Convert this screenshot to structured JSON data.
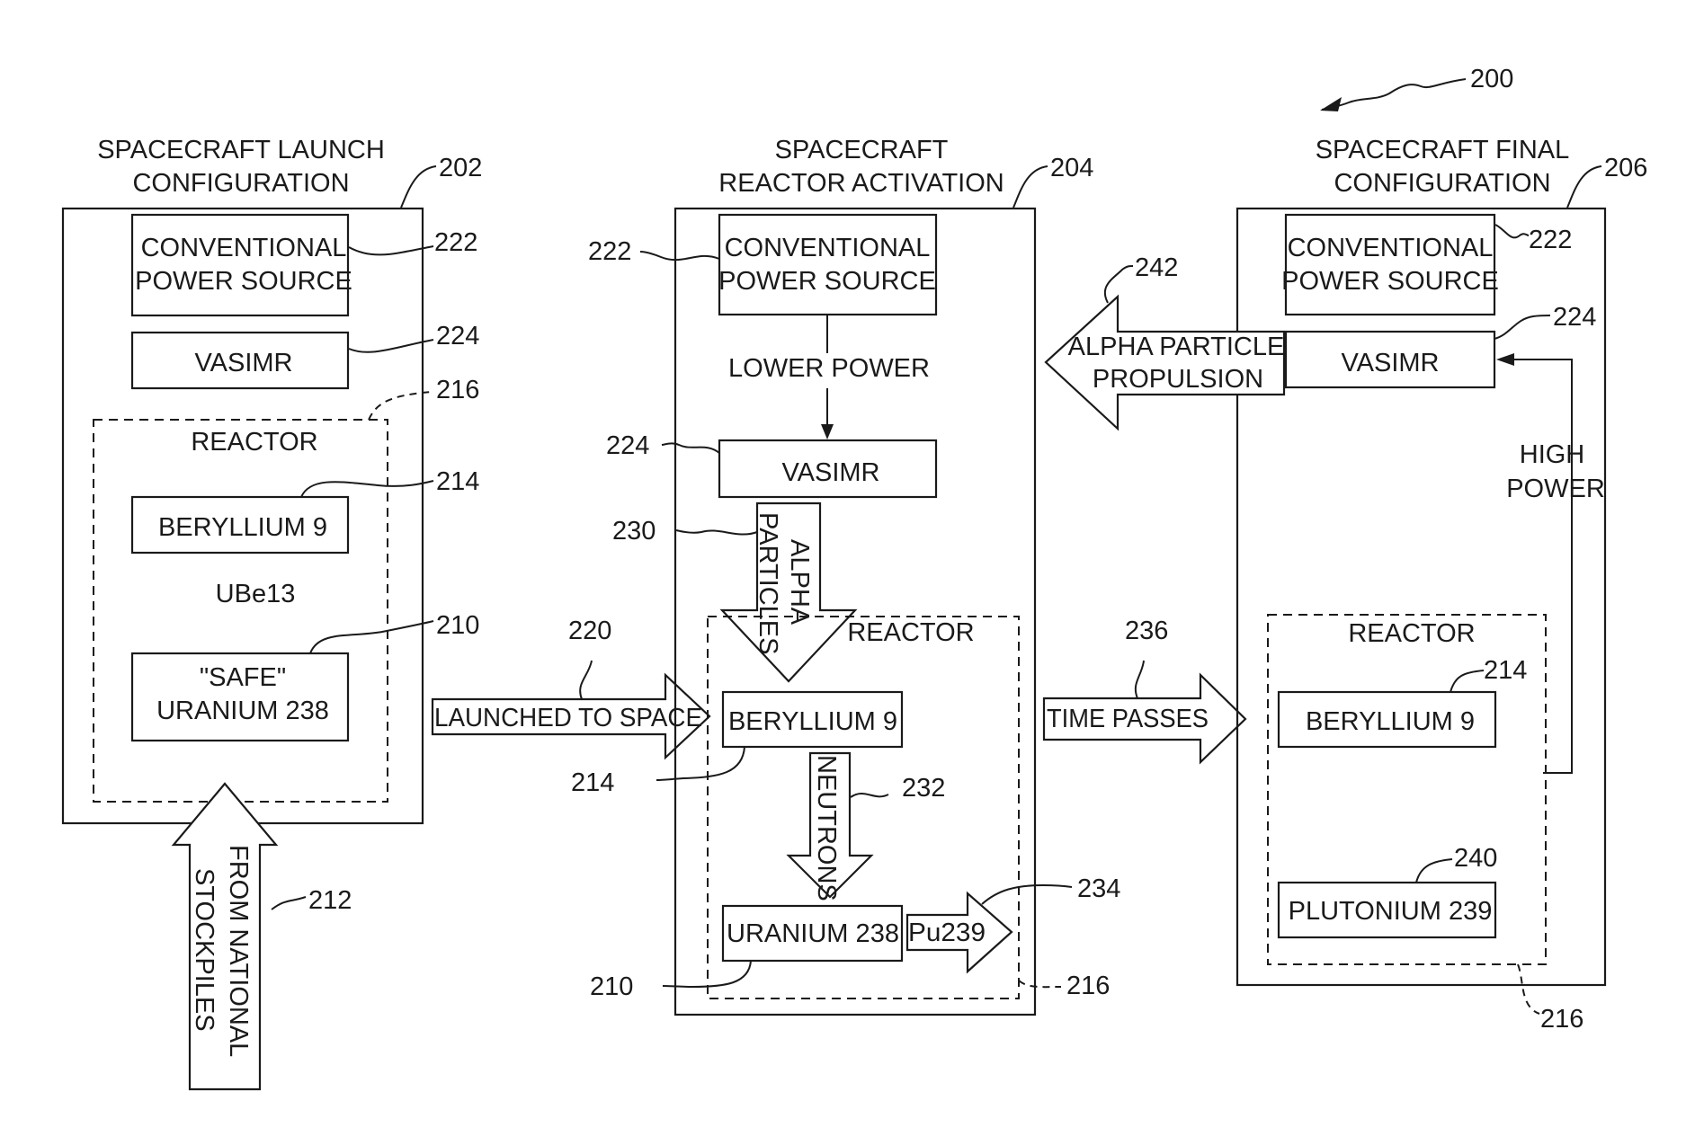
{
  "figure": {
    "number": "200",
    "panels": {
      "launch": {
        "ref": "202",
        "title_line1": "SPACECRAFT LAUNCH",
        "title_line2": "CONFIGURATION",
        "conventional_line1": "CONVENTIONAL",
        "conventional_line2": "POWER SOURCE",
        "conventional_ref": "222",
        "vasimr": "VASIMR",
        "vasimr_ref": "224",
        "reactor": "REACTOR",
        "reactor_ref": "216",
        "beryllium": "BERYLLIUM 9",
        "beryllium_ref": "214",
        "compound": "UBe13",
        "uranium_line1": "\"SAFE\"",
        "uranium_line2": "URANIUM 238",
        "uranium_ref": "210",
        "source_line1": "FROM NATIONAL",
        "source_line2": "STOCKPILES",
        "source_ref": "212"
      },
      "activation": {
        "ref": "204",
        "title_line1": "SPACECRAFT",
        "title_line2": "REACTOR ACTIVATION",
        "conventional_line1": "CONVENTIONAL",
        "conventional_line2": "POWER SOURCE",
        "conventional_ref": "222",
        "lower_power": "LOWER POWER",
        "vasimr": "VASIMR",
        "vasimr_ref": "224",
        "alpha_line1": "ALPHA",
        "alpha_line2": "PARTICLES",
        "alpha_ref": "230",
        "reactor": "REACTOR",
        "reactor_ref": "216",
        "beryllium": "BERYLLIUM 9",
        "beryllium_ref": "214",
        "neutrons": "NEUTRONS",
        "neutrons_ref": "232",
        "uranium": "URANIUM 238",
        "uranium_ref": "210",
        "plutonium": "Pu239",
        "plutonium_ref": "234"
      },
      "final": {
        "ref": "206",
        "title_line1": "SPACECRAFT FINAL",
        "title_line2": "CONFIGURATION",
        "conventional_line1": "CONVENTIONAL",
        "conventional_line2": "POWER SOURCE",
        "conventional_ref": "222",
        "vasimr": "VASIMR",
        "vasimr_ref": "224",
        "high_power_line1": "HIGH",
        "high_power_line2": "POWER",
        "reactor": "REACTOR",
        "reactor_ref": "216",
        "beryllium": "BERYLLIUM 9",
        "beryllium_ref": "214",
        "plutonium": "PLUTONIUM 239",
        "plutonium_ref": "240"
      }
    },
    "transitions": {
      "launched": "LAUNCHED TO SPACE",
      "launched_ref": "220",
      "time": "TIME PASSES",
      "time_ref": "236",
      "propulsion_line1": "ALPHA PARTICLE",
      "propulsion_line2": "PROPULSION",
      "propulsion_ref": "242"
    }
  }
}
